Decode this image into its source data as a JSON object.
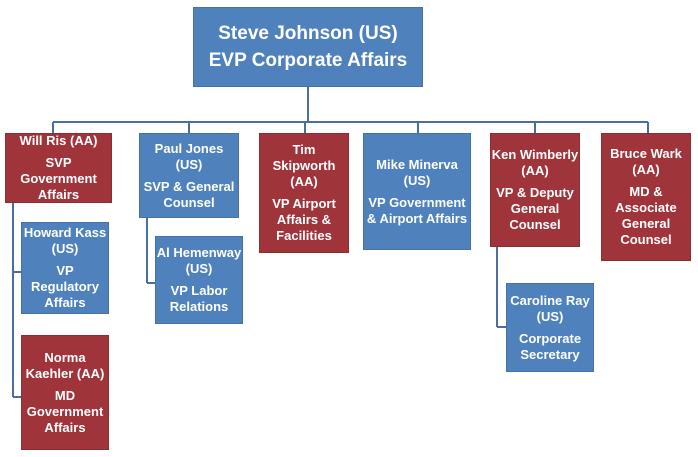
{
  "chart": {
    "root": {
      "name": "Steve Johnson (US)",
      "title": "EVP Corporate Affairs"
    },
    "level1": [
      {
        "name": "Will Ris (AA)",
        "title": "SVP Government\nAffairs"
      },
      {
        "name": "Paul Jones (US)",
        "title": "SVP & General\nCounsel"
      },
      {
        "name": "Tim Skipworth\n(AA)",
        "title": "VP Airport\nAffairs &\nFacilities"
      },
      {
        "name": "Mike Minerva\n(US)",
        "title": "VP Government\n& Airport Affairs"
      },
      {
        "name": "Ken Wimberly\n(AA)",
        "title": "VP & Deputy\nGeneral\nCounsel"
      },
      {
        "name": "Bruce Wark\n(AA)",
        "title": "MD &\nAssociate\nGeneral\nCounsel"
      }
    ],
    "reports": {
      "howard": {
        "name": "Howard Kass\n(US)",
        "title": "VP Regulatory\nAffairs"
      },
      "norma": {
        "name": "Norma\nKaehler (AA)",
        "title": "MD\nGovernment\nAffairs"
      },
      "al": {
        "name": "Al Hemenway\n(US)",
        "title": "VP Labor\nRelations"
      },
      "caroline": {
        "name": "Caroline Ray\n(US)",
        "title": "Corporate\nSecretary"
      }
    }
  },
  "colors": {
    "us": "#4f81bd",
    "aa": "#a0343b",
    "connector": "#4a6f9f"
  }
}
